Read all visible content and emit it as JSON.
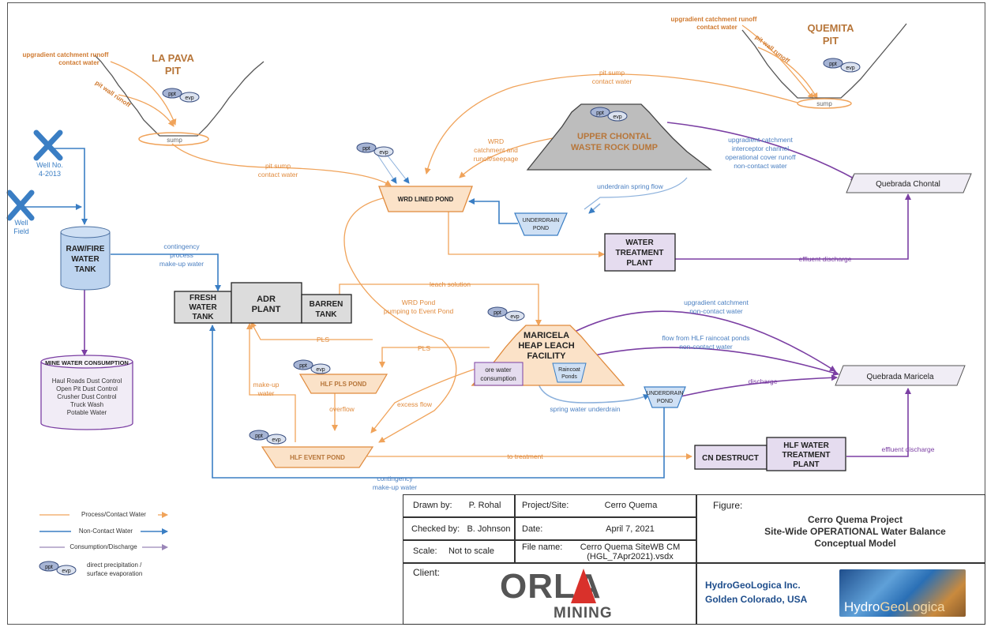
{
  "pits": {
    "la_pava": {
      "title": [
        "LA PAVA",
        "PIT"
      ],
      "catchment": [
        "upgradient catchment runoff",
        "contact water"
      ],
      "pit_wall": "pit wall runoff",
      "sump": "sump"
    },
    "quemita": {
      "title": [
        "QUEMITA",
        "PIT"
      ],
      "catchment": [
        "upgradient catchment runoff",
        "contact water"
      ],
      "pit_wall": "pit wall runoff",
      "sump": "sump"
    }
  },
  "wells": {
    "well_no": [
      "Well No.",
      "4-2013"
    ],
    "well_field": [
      "Well",
      "Field"
    ]
  },
  "tanks": {
    "raw_fire": [
      "RAW/FIRE",
      "WATER",
      "TANK"
    ],
    "fresh_water": [
      "FRESH",
      "WATER",
      "TANK"
    ],
    "adr_plant": [
      "ADR",
      "PLANT"
    ],
    "barren": [
      "BARREN",
      "TANK"
    ]
  },
  "mine_consumption": {
    "title": "MINE WATER CONSUMPTION",
    "items": [
      "Haul Roads Dust Control",
      "Open Pit Dust Control",
      "Crusher Dust Control",
      "Truck Wash",
      "Potable Water"
    ]
  },
  "ponds": {
    "wrd_lined": "WRD LINED POND",
    "underdrain_top": [
      "UNDERDRAIN",
      "POND"
    ],
    "hlf_pls": "HLF PLS POND",
    "hlf_event": "HLF EVENT POND",
    "underdrain_right": [
      "UNDERDRAIN",
      "POND"
    ]
  },
  "facilities": {
    "waste_rock": [
      "UPPER CHONTAL",
      "WASTE ROCK DUMP"
    ],
    "water_treatment": [
      "WATER",
      "TREATMENT",
      "PLANT"
    ],
    "heap_leach": [
      "MARICELA",
      "HEAP LEACH",
      "FACILITY"
    ],
    "ore_water": [
      "ore water",
      "consumption"
    ],
    "raincoat": [
      "Raincoat",
      "Ponds"
    ],
    "cn_destruct": "CN DESTRUCT",
    "hlf_water_treatment": [
      "HLF WATER",
      "TREATMENT",
      "PLANT"
    ]
  },
  "receivers": {
    "chontal": "Quebrada Chontal",
    "maricela": "Quebrada Maricela"
  },
  "badges": {
    "ppt": "ppt",
    "evp": "evp"
  },
  "flows": {
    "pit_sump_top": [
      "pit sump",
      "contact water"
    ],
    "pit_sump_left": [
      "pit sump",
      "contact water"
    ],
    "wrd_catchment": [
      "WRD",
      "catchment and",
      "runoff/seepage"
    ],
    "upgradient_interceptor": [
      "upgradient catchment",
      "interceptor channel",
      "operational cover runoff",
      "non-contact water"
    ],
    "underdrain_spring": "underdrain spring flow",
    "effluent_top": "effluent discharge",
    "contingency_top": [
      "contingency",
      "process",
      "make-up water"
    ],
    "leach_solution": "leach solution",
    "wrd_pumping": [
      "WRD Pond",
      "pumping to Event Pond"
    ],
    "upgradient_noncontact": [
      "upgradient catchment",
      "non-contact water"
    ],
    "hlf_raincoat": [
      "flow from HLF raincoat ponds",
      "non-contact water"
    ],
    "pls_top": "PLS",
    "pls_right": "PLS",
    "makeup": [
      "make-up",
      "water"
    ],
    "overflow": "overflow",
    "excess": "excess flow",
    "spring_underdrain": "spring water underdrain",
    "discharge": "discharge",
    "to_treatment": "to treatment",
    "effluent_right": "effluent discharge",
    "contingency_bottom": [
      "contingency",
      "make-up water"
    ]
  },
  "legend": {
    "process": "Process/Contact Water",
    "noncontact": "Non-Contact Water",
    "consumption": "Consumption/Discharge",
    "ppt_evp": [
      "direct precipitation /",
      "surface evaporation"
    ]
  },
  "title_block": {
    "drawn_by_label": "Drawn by:",
    "drawn_by": "P. Rohal",
    "checked_by_label": "Checked by:",
    "checked_by": "B. Johnson",
    "scale_label": "Scale:",
    "scale": "Not to scale",
    "project_label": "Project/Site:",
    "project": "Cerro Quema",
    "date_label": "Date:",
    "date": "April 7, 2021",
    "filename_label": "File name:",
    "filename": [
      "Cerro Quema SiteWB CM",
      "(HGL_7Apr2021).vsdx"
    ],
    "figure_label": "Figure:",
    "figure_title": [
      "Cerro Quema Project",
      "Site-Wide OPERATIONAL Water Balance",
      "Conceptual Model"
    ],
    "client_label": "Client:",
    "client_logo": "ORLA",
    "client_logo_sub": "MINING",
    "company": [
      "HydroGeoLogica Inc.",
      "Golden Colorado, USA"
    ],
    "hgl_logo_text": [
      "Hydro",
      "GeoLogica"
    ]
  },
  "colors": {
    "process": "#f0a35a",
    "noncontact": "#3a7ec4",
    "consumption": "#7b3fa3",
    "orange_label": "#e08a3c",
    "blue_label": "#4a7fc1",
    "title_brown": "#b7763a",
    "pond_fill": "#fbe2c8",
    "purple_fill": "#e5dcef"
  }
}
